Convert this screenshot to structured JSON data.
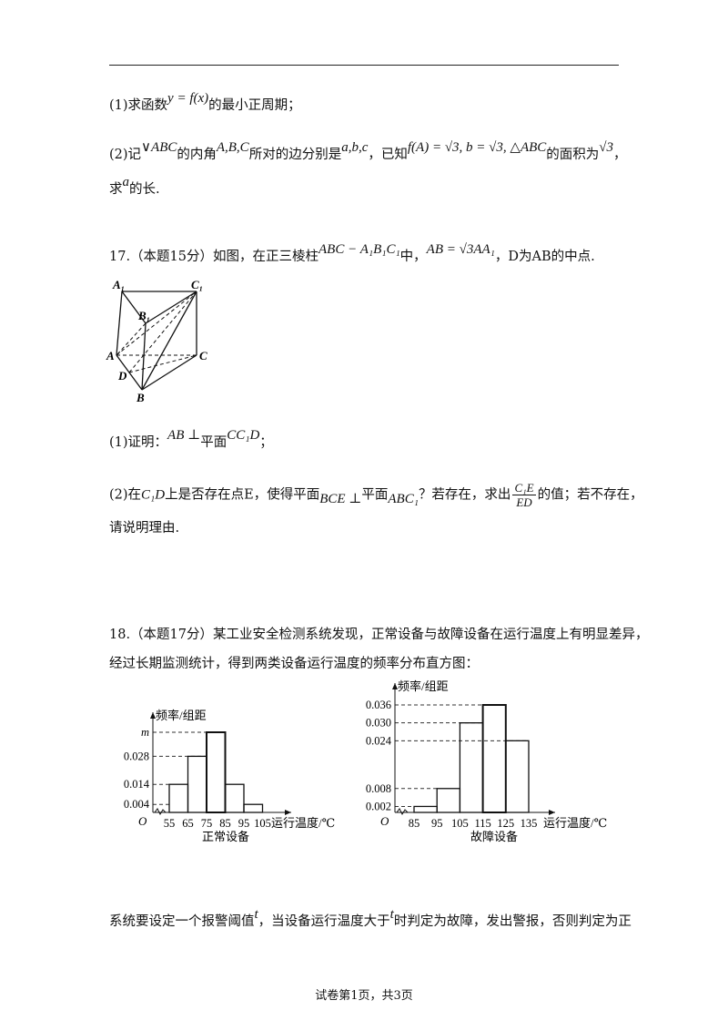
{
  "q16": {
    "p1": {
      "a": "(1)求函数",
      "math": "y = f(x)",
      "b": "的最小正周期；"
    },
    "p2": {
      "a": "(2)记",
      "m1": "∨ABC",
      "b": "的内角",
      "m2": "A,B,C",
      "c": "所对的边分别是",
      "m3": "a,b,c",
      "d": "，已知",
      "m4": "f(A) = √3, b = √3, △ABC",
      "e": "的面积为",
      "m5": "√3",
      "f": "，"
    },
    "p3": {
      "a": "求",
      "m": "a",
      "b": "的长."
    }
  },
  "q17": {
    "stem": {
      "a": "17.（本题15分）如图，在正三棱柱",
      "m1": "ABC − A₁B₁C₁",
      "b": "中，",
      "m2": "AB = √3AA₁",
      "c": "，D为AB的中点."
    },
    "figure_labels": {
      "A1": "A₁",
      "C1": "C₁",
      "B1": "B₁",
      "A": "A",
      "C": "C",
      "D": "D",
      "B": "B"
    },
    "p1": {
      "a": "(1)证明：",
      "m1": "AB ⊥",
      "b": "平面",
      "m2": "CC₁D",
      "c": "；"
    },
    "p2": {
      "a": "(2)在",
      "m1": "C₁D",
      "b": "上是否存在点E，使得平面",
      "m2": "BCE ⊥",
      "c": "平面",
      "m3": "ABC₁",
      "d": "？若存在，求出",
      "frac_num": "C₁E",
      "frac_den": "ED",
      "e": "的值；若不存在，"
    },
    "p3": "请说明理由."
  },
  "q18": {
    "stem1": "18.（本题17分）某工业安全检测系统发现，正常设备与故障设备在运行温度上有明显差异，",
    "stem2": "经过长期监测统计，得到两类设备运行温度的频率分布直方图：",
    "p_last": {
      "a": "系统要设定一个报警阈值",
      "m1": "t",
      "b": "，当设备运行温度大于",
      "m2": "t",
      "c": "时判定为故障，发出警报，否则判定为正"
    }
  },
  "chart_data": [
    {
      "type": "bar",
      "title": "正常设备",
      "ylabel": "频率/组距",
      "xlabel": "运行温度/℃",
      "origin_label": "O",
      "bin_edges": [
        55,
        65,
        75,
        85,
        95,
        105
      ],
      "x_tick_labels": [
        "55",
        "65",
        "75",
        "85",
        "95",
        "105"
      ],
      "values": [
        0.014,
        0.028,
        "m",
        0.014,
        0.004
      ],
      "y_ticks": [
        0.004,
        0.014,
        0.028,
        "m"
      ],
      "y_tick_labels": [
        "0.004",
        "0.014",
        "0.028",
        "m"
      ],
      "m_estimate": 0.04
    },
    {
      "type": "bar",
      "title": "故障设备",
      "ylabel": "频率/组距",
      "xlabel": "运行温度/℃",
      "origin_label": "O",
      "bin_edges": [
        85,
        95,
        105,
        115,
        125,
        135
      ],
      "x_tick_labels": [
        "85",
        "95",
        "105",
        "115",
        "125",
        "135"
      ],
      "values": [
        0.002,
        0.008,
        0.03,
        0.036,
        0.024
      ],
      "y_ticks": [
        0.002,
        0.008,
        0.024,
        0.03,
        0.036
      ],
      "y_tick_labels": [
        "0.002",
        "0.008",
        "0.024",
        "0.030",
        "0.036"
      ]
    }
  ],
  "footer": "试卷第1页，共3页"
}
